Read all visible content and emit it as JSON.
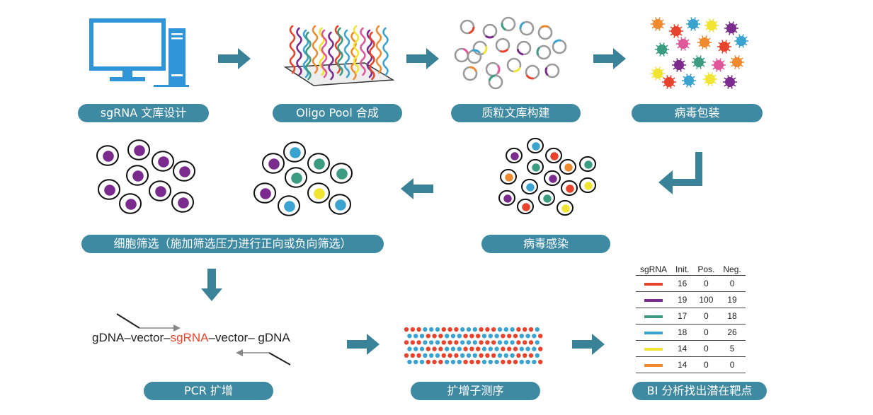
{
  "steps": {
    "s1": "sgRNA 文库设计",
    "s2": "Oligo Pool 合成",
    "s3": "质粒文库构建",
    "s4": "病毒包装",
    "s5": "病毒感染",
    "s6": "细胞筛选（施加筛选压力进行正向或负向筛选）",
    "s7": "PCR 扩增",
    "s8": "扩增子测序",
    "s9": "BI 分析找出潜在靶点"
  },
  "construct": {
    "gdna_left": "gDNA",
    "vector_left": "vector",
    "sgrna": "sgRNA",
    "vector_right": "vector",
    "gdna_right": "gDNA"
  },
  "table": {
    "headers": [
      "sgRNA",
      "Init.",
      "Pos.",
      "Neg."
    ],
    "rows": [
      {
        "color": "#e8432c",
        "init": "16",
        "pos": "0",
        "neg": "0"
      },
      {
        "color": "#7b2a8e",
        "init": "19",
        "pos": "100",
        "neg": "19"
      },
      {
        "color": "#3b9c82",
        "init": "17",
        "pos": "0",
        "neg": "18"
      },
      {
        "color": "#3aa3cf",
        "init": "18",
        "pos": "0",
        "neg": "26"
      },
      {
        "color": "#f2e531",
        "init": "14",
        "pos": "0",
        "neg": "5"
      },
      {
        "color": "#f08a2f",
        "init": "14",
        "pos": "0",
        "neg": "0"
      }
    ]
  },
  "palette": {
    "accent": "#3f8aa3",
    "red": "#e8432c",
    "purple": "#7b2a8e",
    "green": "#3b9c82",
    "blue": "#3aa3cf",
    "yellow": "#f2e531",
    "orange": "#f08a2f",
    "pink": "#e0589a"
  }
}
